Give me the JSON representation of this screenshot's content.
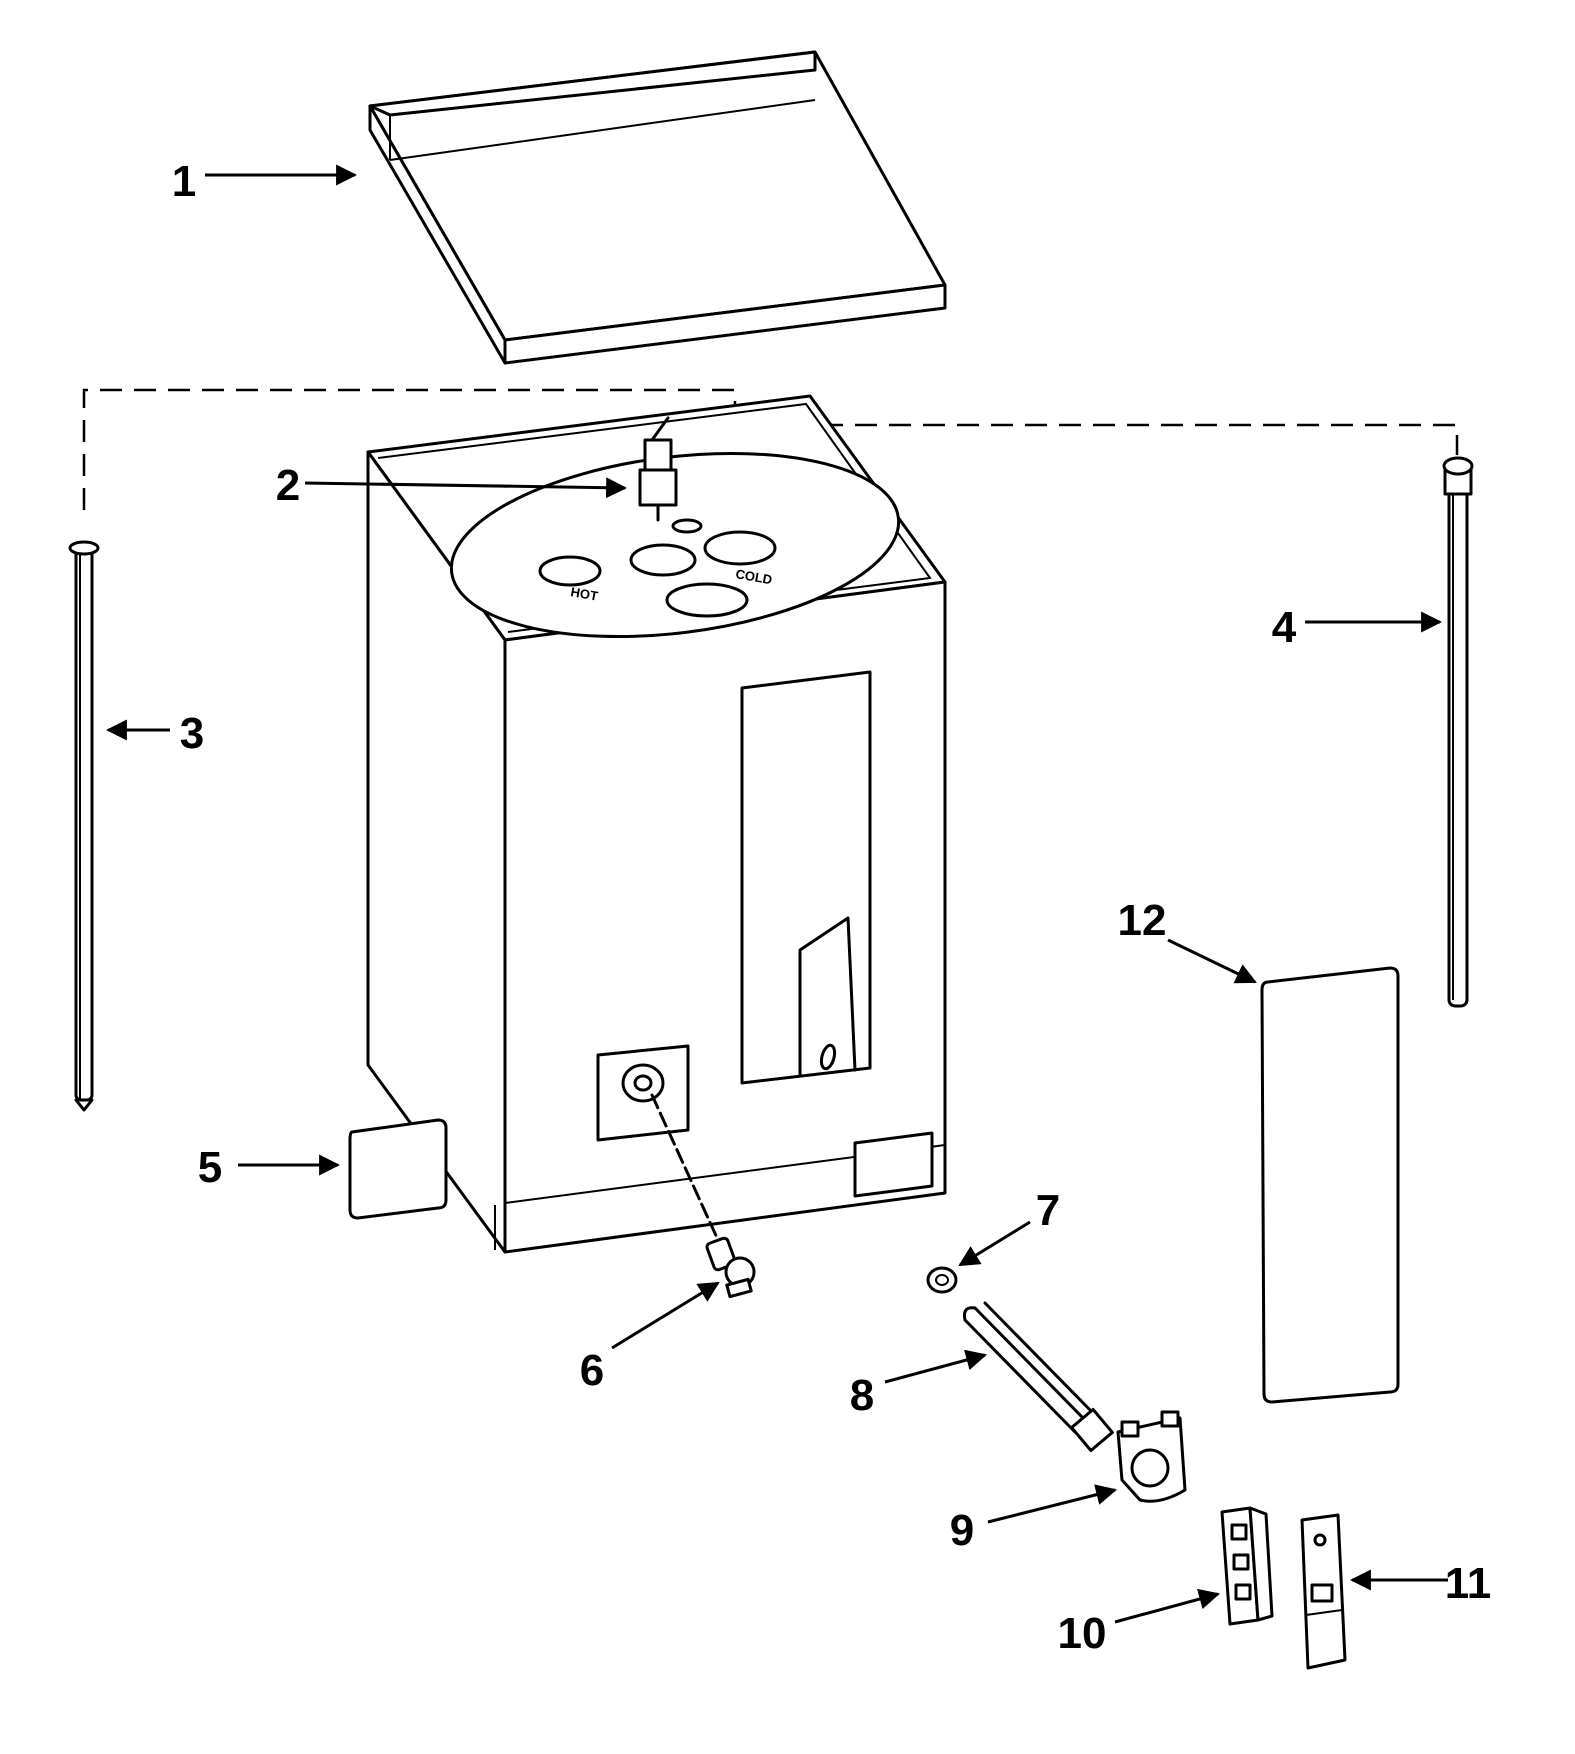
{
  "diagram": {
    "callouts": [
      {
        "id": 1,
        "label": "1"
      },
      {
        "id": 2,
        "label": "2"
      },
      {
        "id": 3,
        "label": "3"
      },
      {
        "id": 4,
        "label": "4"
      },
      {
        "id": 5,
        "label": "5"
      },
      {
        "id": 6,
        "label": "6"
      },
      {
        "id": 7,
        "label": "7"
      },
      {
        "id": 8,
        "label": "8"
      },
      {
        "id": 9,
        "label": "9"
      },
      {
        "id": 10,
        "label": "10"
      },
      {
        "id": 11,
        "label": "11"
      },
      {
        "id": 12,
        "label": "12"
      }
    ],
    "tank_port_labels": {
      "hot": "HOT",
      "cold": "COLD"
    }
  }
}
